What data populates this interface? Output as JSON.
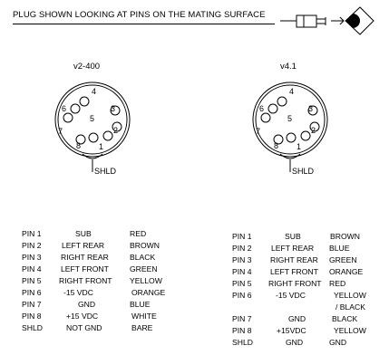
{
  "title": "PLUG SHOWN LOOKING AT PINS ON THE MATING SURFACE",
  "colors": {
    "ink": "#000000",
    "background": "#ffffff"
  },
  "connectors": [
    {
      "version": "v2-400",
      "pins": [
        "1",
        "2",
        "3",
        "4",
        "5",
        "6",
        "7",
        "8"
      ],
      "shield_label": "SHLD"
    },
    {
      "version": "v4.1",
      "pins": [
        "1",
        "2",
        "3",
        "4",
        "5",
        "6",
        "7",
        "8"
      ],
      "shield_label": "SHLD"
    }
  ],
  "left_table": [
    {
      "pin": "PIN 1",
      "signal": "SUB",
      "color": "RED"
    },
    {
      "pin": "PIN 2",
      "signal": "LEFT REAR",
      "color": "BROWN"
    },
    {
      "pin": "PIN 3",
      "signal": "RIGHT REAR",
      "color": "BLACK"
    },
    {
      "pin": "PIN 4",
      "signal": "LEFT FRONT",
      "color": "GREEN"
    },
    {
      "pin": "PIN 5",
      "signal": "RIGHT FRONT",
      "color": "YELLOW"
    },
    {
      "pin": "PIN 6",
      "signal": "-15 VDC",
      "color": "ORANGE"
    },
    {
      "pin": "PIN 7",
      "signal": "GND",
      "color": "BLUE"
    },
    {
      "pin": "PIN 8",
      "signal": "+15 VDC",
      "color": "WHITE"
    },
    {
      "pin": "SHLD",
      "signal": "NOT GND",
      "color": "BARE"
    }
  ],
  "right_table": [
    {
      "pin": "PIN 1",
      "signal": "SUB",
      "color": "BROWN"
    },
    {
      "pin": "PIN 2",
      "signal": "LEFT REAR",
      "color": "BLUE"
    },
    {
      "pin": "PIN 3",
      "signal": "RIGHT REAR",
      "color": "GREEN"
    },
    {
      "pin": "PIN 4",
      "signal": "LEFT FRONT",
      "color": "ORANGE"
    },
    {
      "pin": "PIN 5",
      "signal": "RIGHT FRONT",
      "color": "RED"
    },
    {
      "pin": "PIN 6",
      "signal": "-15 VDC",
      "color": "YELLOW",
      "color_line2": "/ BLACK"
    },
    {
      "pin": "PIN 7",
      "signal": "GND",
      "color": "BLACK"
    },
    {
      "pin": "PIN 8",
      "signal": "+15VDC",
      "color": "YELLOW"
    },
    {
      "pin": "SHLD",
      "signal": "GND",
      "color": "GND"
    }
  ]
}
